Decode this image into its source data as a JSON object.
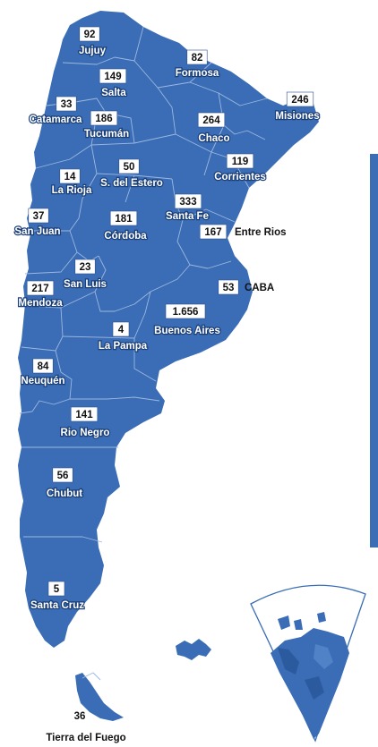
{
  "provinces": [
    {
      "key": "jujuy",
      "name": "Jujuy",
      "value": "92"
    },
    {
      "key": "salta",
      "name": "Salta",
      "value": "149"
    },
    {
      "key": "formosa",
      "name": "Formosa",
      "value": "82"
    },
    {
      "key": "misiones",
      "name": "Misiones",
      "value": "246"
    },
    {
      "key": "catamarca",
      "name": "Catamarca",
      "value": "33"
    },
    {
      "key": "tucuman",
      "name": "Tucumán",
      "value": "186"
    },
    {
      "key": "chaco",
      "name": "Chaco",
      "value": "264"
    },
    {
      "key": "corrientes",
      "name": "Corrientes",
      "value": "119"
    },
    {
      "key": "la-rioja",
      "name": "La Rioja",
      "value": "14"
    },
    {
      "key": "santiago-del-estero",
      "name": "S. del Estero",
      "value": "50"
    },
    {
      "key": "santa-fe",
      "name": "Santa Fe",
      "value": "333"
    },
    {
      "key": "entre-rios",
      "name": "Entre Rios",
      "value": "167"
    },
    {
      "key": "san-juan",
      "name": "San Juan",
      "value": "37"
    },
    {
      "key": "cordoba",
      "name": "Córdoba",
      "value": "181"
    },
    {
      "key": "san-luis",
      "name": "San Luis",
      "value": "23"
    },
    {
      "key": "mendoza",
      "name": "Mendoza",
      "value": "217"
    },
    {
      "key": "caba",
      "name": "CABA",
      "value": "53"
    },
    {
      "key": "buenos-aires",
      "name": "Buenos Aires",
      "value": "1.656"
    },
    {
      "key": "la-pampa",
      "name": "La Pampa",
      "value": "4"
    },
    {
      "key": "neuquen",
      "name": "Neuquén",
      "value": "84"
    },
    {
      "key": "rio-negro",
      "name": "Rio Negro",
      "value": "141"
    },
    {
      "key": "chubut",
      "name": "Chubut",
      "value": "56"
    },
    {
      "key": "santa-cruz",
      "name": "Santa Cruz",
      "value": "5"
    },
    {
      "key": "tierra-del-fuego",
      "name": "Tierra del Fuego",
      "value": "36"
    }
  ],
  "colors": {
    "land": "#3a6db5",
    "border": "#9db7e0",
    "value_box": "#ffffff",
    "label_text": "#111111"
  }
}
